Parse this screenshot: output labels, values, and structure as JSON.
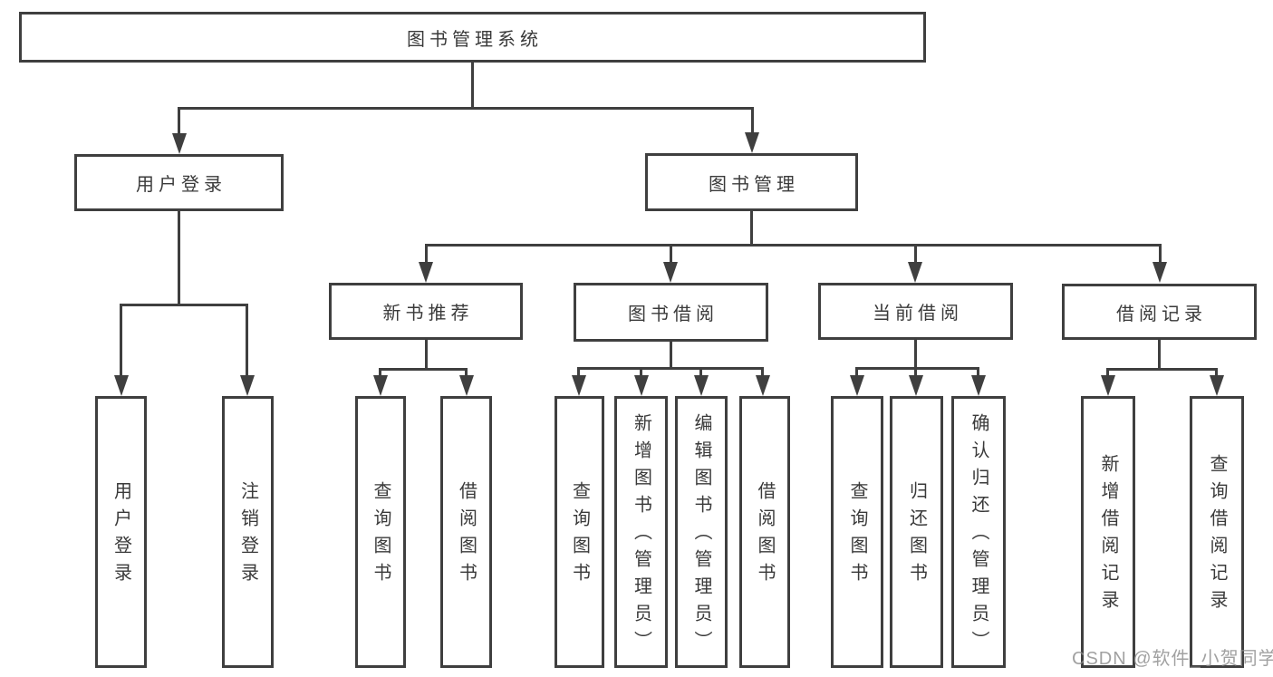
{
  "diagram_title": "图书管理系统",
  "nodes": {
    "root": "图书管理系统",
    "user_login": "用户登录",
    "book_mgmt": "图书管理",
    "new_book_rec": "新书推荐",
    "book_lend": "图书借阅",
    "current_lend": "当前借阅",
    "lend_records": "借阅记录",
    "leaf_user_login": "用户登录",
    "leaf_logout": "注销登录",
    "leaf_query_book_rec": "查询图书",
    "leaf_borrow_book_rec": "借阅图书",
    "leaf_query_book_lend": "查询图书",
    "leaf_add_book_admin": "新增图书（管理员）",
    "leaf_edit_book_admin": "编辑图书（管理员）",
    "leaf_borrow_book_lend": "借阅图书",
    "leaf_query_book_cur": "查询图书",
    "leaf_return_book": "归还图书",
    "leaf_confirm_return_admin": "确认归还（管理员）",
    "leaf_add_lend_record": "新增借阅记录",
    "leaf_query_lend_record": "查询借阅记录"
  },
  "watermark": "CSDN @软件_小贺同学",
  "colors": {
    "line": "#3f3f3f",
    "text": "#3a3a3a",
    "box_background": "#ffffff",
    "watermark": "#8c8c8c"
  }
}
